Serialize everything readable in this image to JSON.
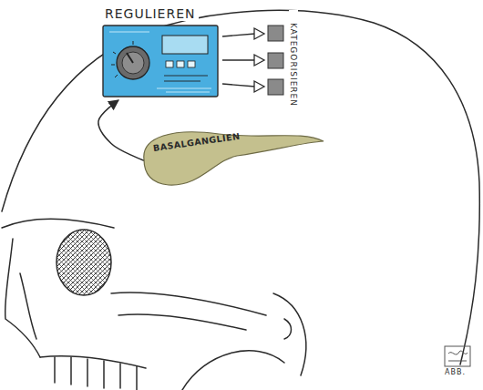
{
  "diagram": {
    "nodes": [
      {
        "text": [
          "REGULIEREN"
        ]
      },
      {
        "text": [
          "BASALGANGLIEN"
        ]
      }
    ],
    "edges": [
      {
        "from": 1,
        "to": 0,
        "arrow": "to"
      }
    ],
    "labels": [
      "KATEGORISIEREN",
      "ABB."
    ]
  }
}
